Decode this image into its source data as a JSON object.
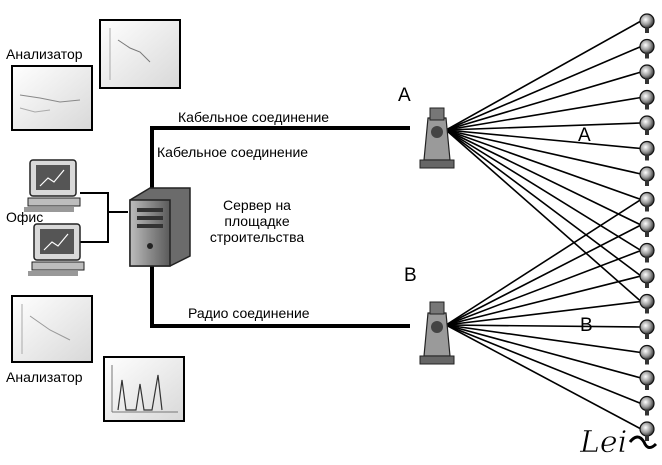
{
  "labels": {
    "analyzer_top": "Анализатор",
    "analyzer_bottom": "Анализатор",
    "office": "Офис",
    "cable_1": "Кабельное соединение",
    "cable_2": "Кабельное соединение",
    "radio": "Радио соединение",
    "server_line1": "Сервер на",
    "server_line2": "площадке",
    "server_line3": "строительства",
    "station_a": "A",
    "station_b": "B",
    "group_a": "A",
    "group_b": "B"
  },
  "logo": {
    "text": "Leica"
  },
  "icons": {
    "analyzer_screens": [
      "chart-window-icon",
      "chart-window-icon",
      "chart-window-icon",
      "chart-window-icon"
    ],
    "workstations": [
      "computer-icon",
      "computer-icon"
    ],
    "server": "server-tower-icon",
    "stations": [
      "total-station-icon",
      "total-station-icon"
    ],
    "prisms": "prism-icon"
  }
}
